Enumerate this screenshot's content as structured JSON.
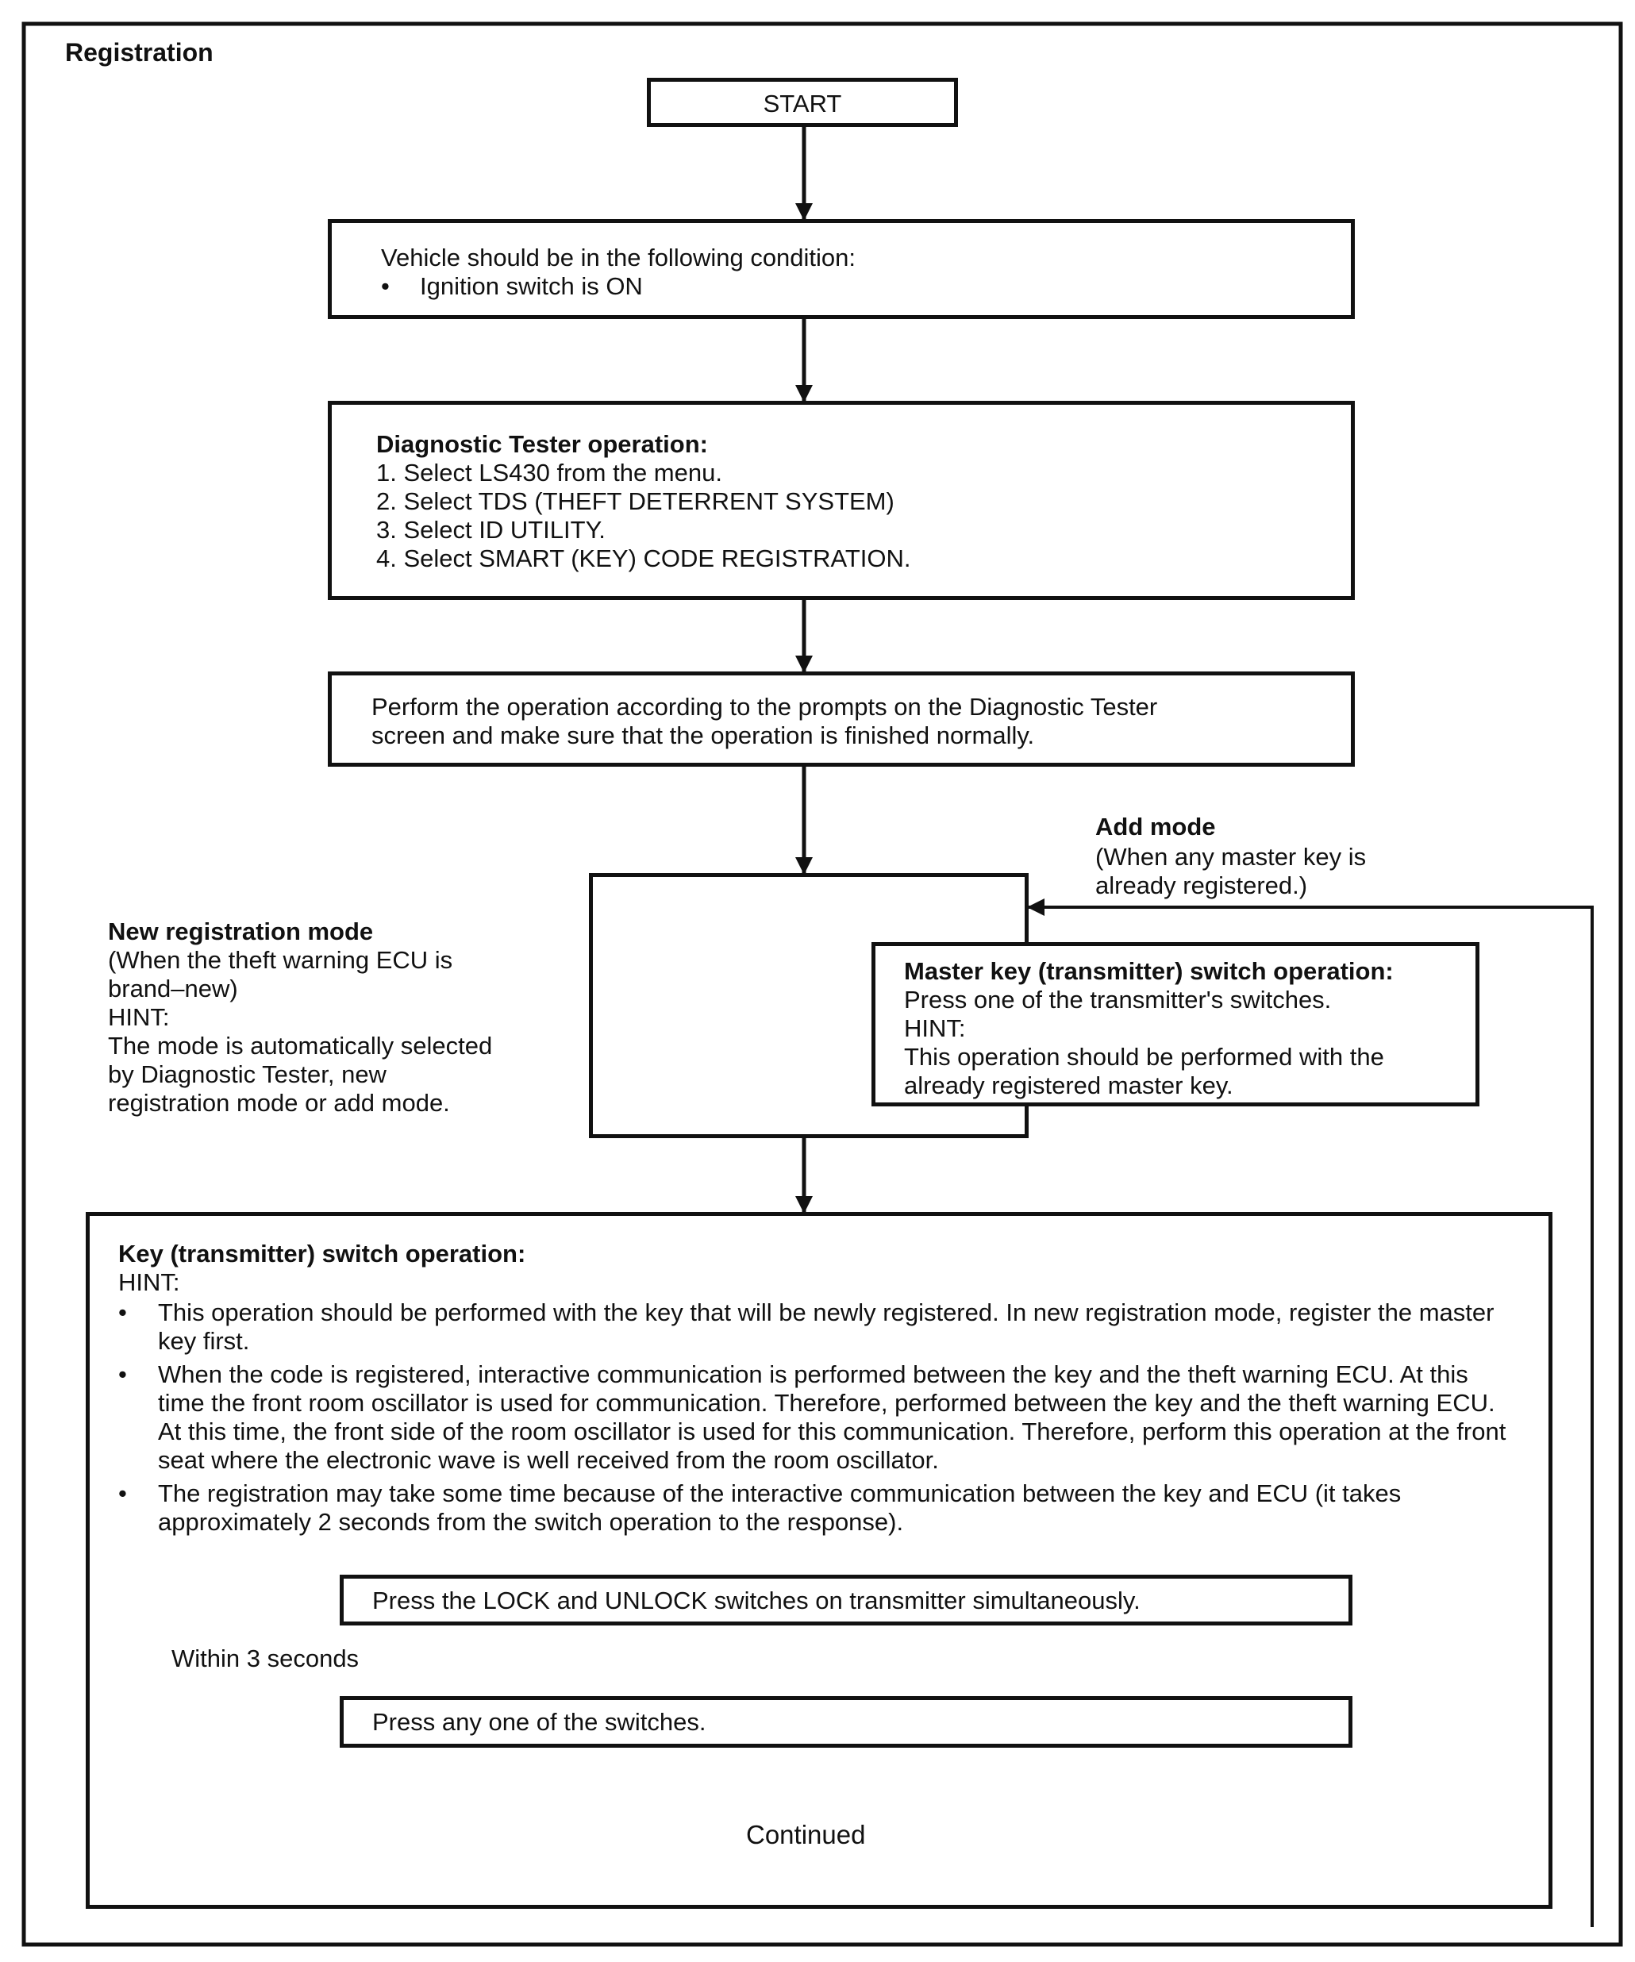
{
  "section_title": "Registration",
  "start": "START",
  "condition": {
    "heading": "Vehicle should be in the following condition:",
    "bullet": "•",
    "item": "Ignition switch is ON"
  },
  "tester": {
    "heading": "Diagnostic Tester operation:",
    "steps": [
      "1.  Select LS430 from the menu.",
      "2.  Select TDS (THEFT DETERRENT SYSTEM)",
      "3.  Select ID UTILITY.",
      "4.  Select SMART (KEY) CODE REGISTRATION."
    ]
  },
  "perform": {
    "line1": "Perform the operation according to the prompts on the Diagnostic Tester",
    "line2": "screen and make sure that the operation is finished normally."
  },
  "add_mode": {
    "title": "Add mode",
    "line1": "(When any master key is",
    "line2": "already registered.)"
  },
  "new_mode": {
    "title": "New registration mode",
    "lines": [
      "(When the theft warning ECU is",
      "brand–new)",
      "HINT:",
      "The mode is automatically selected",
      "by Diagnostic Tester, new",
      "registration mode or add mode."
    ]
  },
  "master_key": {
    "heading": "Master key (transmitter) switch operation:",
    "lines": [
      "Press one of the transmitter's switches.",
      "HINT:",
      "This operation should be performed with the",
      "already registered master key."
    ]
  },
  "key_op": {
    "heading": "Key (transmitter) switch operation:",
    "hint": "HINT:",
    "bullet": "•",
    "items": [
      "This operation should be performed with the key that will be newly registered.  In new registration mode, register the master key first.",
      "When the code is registered, interactive communication is performed between the key and the theft warning ECU.  At this time the front room oscillator is used for communication.  Therefore, performed between the key and the theft warning ECU.  At this time, the front side of the room oscillator is used for this communication.  Therefore, perform this operation at the front seat where the electronic wave is well received from the room oscillator.",
      "The registration may take some time because of the interactive communication between the key and ECU (it takes approximately 2 seconds from the switch operation to the response)."
    ],
    "step1": "Press the LOCK and UNLOCK switches on transmitter simultaneously.",
    "within": "Within 3 seconds",
    "step2": "Press any one of the switches.",
    "continued": "Continued"
  }
}
